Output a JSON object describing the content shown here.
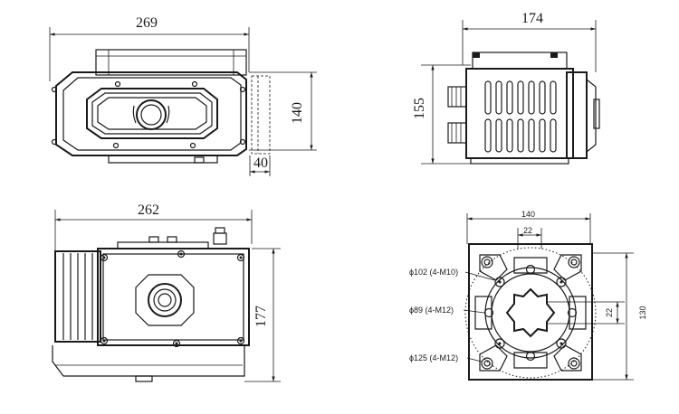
{
  "dims": {
    "top_width": "269",
    "side_offset": "40",
    "top_height": "140",
    "right_width": "174",
    "right_height": "155",
    "front_width": "262",
    "front_height": "177",
    "flange_width": "140",
    "flange_slot": "22",
    "flange_slot_v": "22",
    "flange_height": "130"
  },
  "flange_labels": {
    "pcd_102": "ϕ102 (4-M10)",
    "pcd_89": "ϕ89 (4-M12)",
    "pcd_125": "ϕ125 (4-M12)"
  }
}
